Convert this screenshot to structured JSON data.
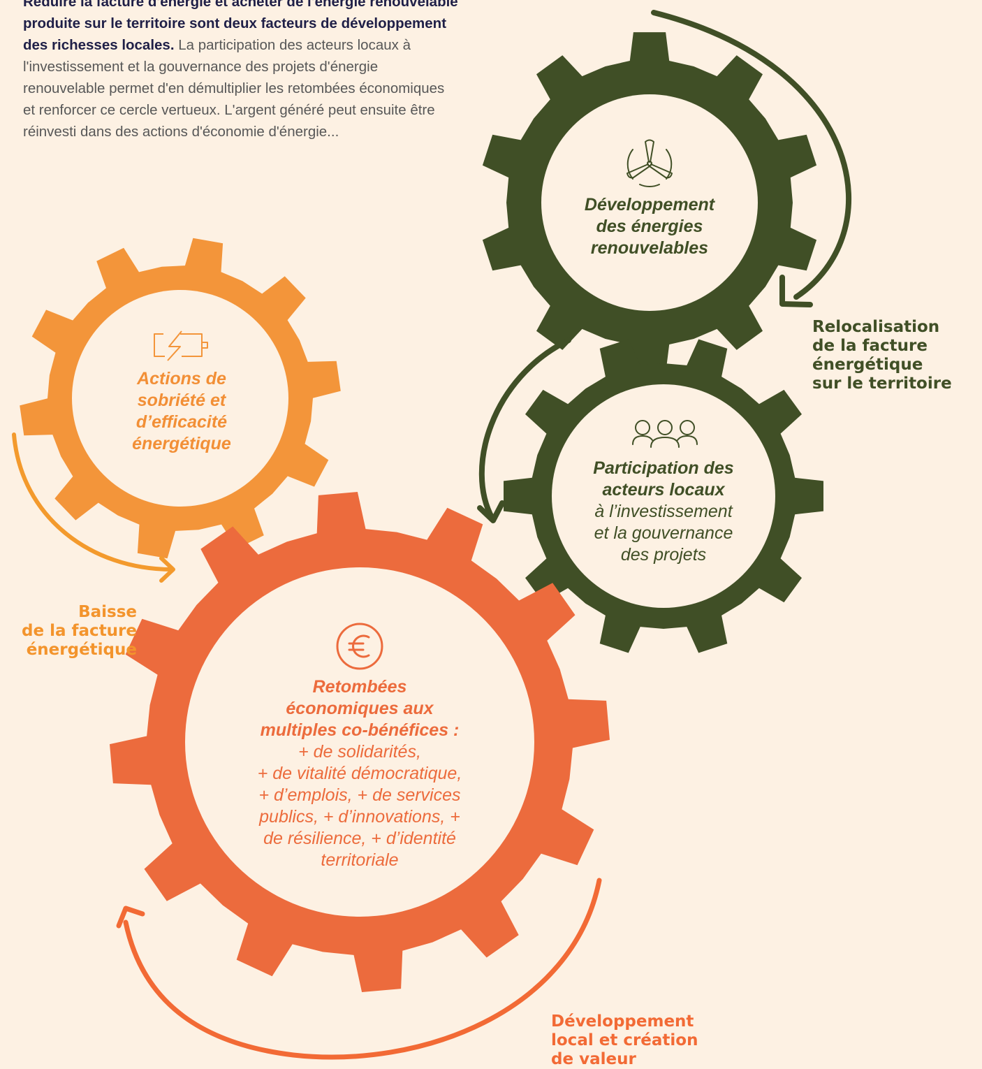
{
  "intro": {
    "lead": "Réduire la facture d'énergie et acheter de l'énergie renouvelable produite sur le territoire sont deux facteurs de développement des richesses locales.",
    "body": " La participation des acteurs locaux à l'investissement et la gouvernance des projets d'énergie renouvelable permet d'en démultiplier les retombées économiques et renforcer ce cercle vertueux. L'argent généré peut ensuite être réinvesti dans des actions d'économie d'énergie..."
  },
  "gears": {
    "renewables": {
      "title_l1": "Développement",
      "title_l2": "des énergies",
      "title_l3": "renouvelables",
      "icon": "wind-turbine-icon",
      "color": "#404f26"
    },
    "participation": {
      "title_l1": "Participation des",
      "title_l2": "acteurs locaux",
      "sub_l1": "à l’investissement",
      "sub_l2": "et la gouvernance",
      "sub_l3": "des projets",
      "icon": "people-group-icon",
      "color": "#404f26"
    },
    "sobriety": {
      "title_l1": "Actions de",
      "title_l2": "sobriété et",
      "title_l3": "d’efficacité",
      "title_l4": "énergétique",
      "icon": "battery-charge-icon",
      "color": "#f3953a"
    },
    "economic": {
      "title_l1": "Retombées",
      "title_l2": "économiques aux",
      "title_l3": "multiples co-bénéfices :",
      "sub_l1": "+ de solidarités,",
      "sub_l2": "+ de vitalité démocratique,",
      "sub_l3": "+ d’emplois, + de services",
      "sub_l4": "publics, + d’innovations, +",
      "sub_l5": "de résilience, + d’identité",
      "sub_l6": "territoriale",
      "icon": "euro-icon",
      "color": "#ec6b3d"
    }
  },
  "labels": {
    "relocalisation": "Relocalisation\nde la facture\nénergétique\nsur le territoire",
    "baisse": "Baisse\nde la facture\nénergétique",
    "developpement": "Développement\nlocal et création\nde valeur"
  },
  "colors": {
    "background": "#fdf1e3",
    "dark_green": "#404f26",
    "orange": "#f3953a",
    "red_orange": "#ec6b3d",
    "light_arrow": "#f39a2d",
    "red_arrow": "#f26a35"
  }
}
